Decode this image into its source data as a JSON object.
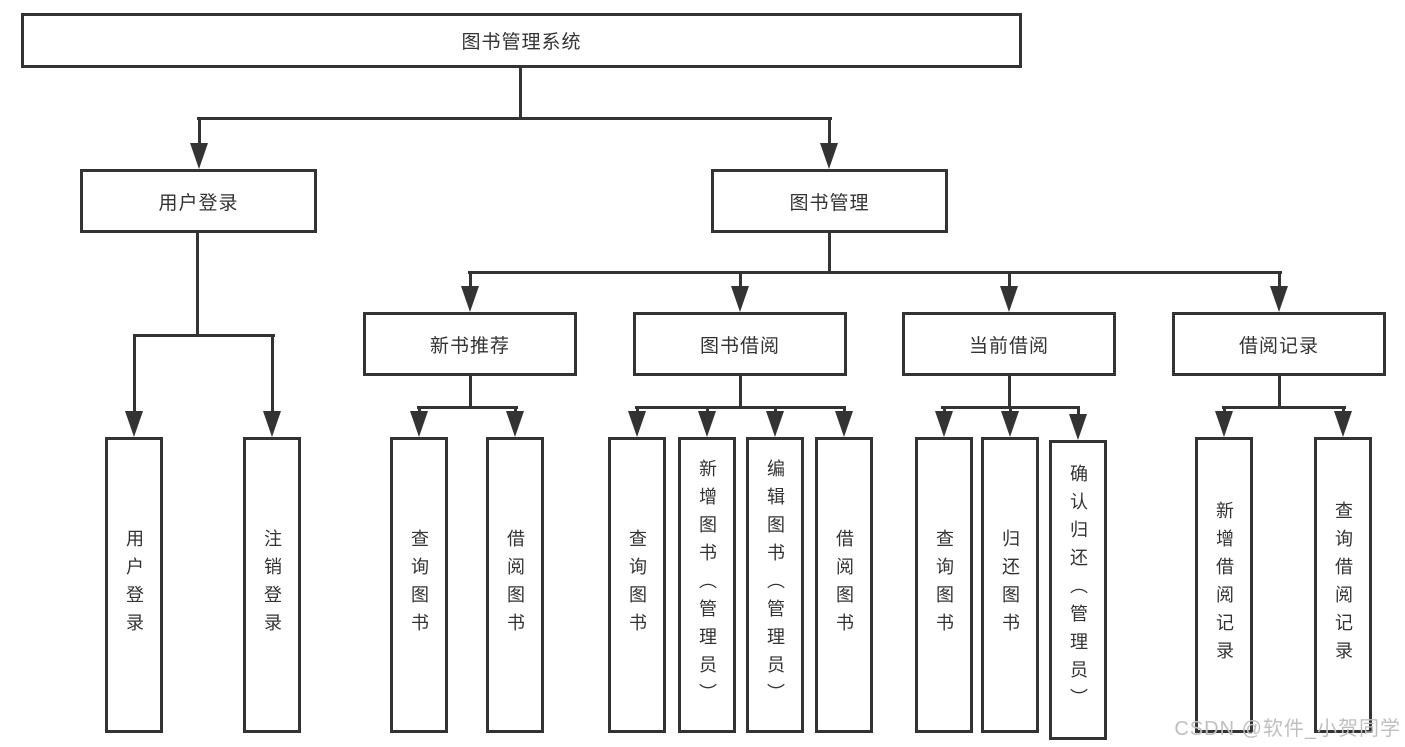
{
  "diagram_type": "hierarchy-tree",
  "tree": {
    "label": "图书管理系统",
    "children": [
      {
        "label": "用户登录",
        "children": [
          {
            "label": "用户登录"
          },
          {
            "label": "注销登录"
          }
        ]
      },
      {
        "label": "图书管理",
        "children": [
          {
            "label": "新书推荐",
            "children": [
              {
                "label": "查询图书"
              },
              {
                "label": "借阅图书"
              }
            ]
          },
          {
            "label": "图书借阅",
            "children": [
              {
                "label": "查询图书"
              },
              {
                "label": "新增图书（管理员）"
              },
              {
                "label": "编辑图书（管理员）"
              },
              {
                "label": "借阅图书"
              }
            ]
          },
          {
            "label": "当前借阅",
            "children": [
              {
                "label": "查询图书"
              },
              {
                "label": "归还图书"
              },
              {
                "label": "确认归还（管理员）"
              }
            ]
          },
          {
            "label": "借阅记录",
            "children": [
              {
                "label": "新增借阅记录"
              },
              {
                "label": "查询借阅记录"
              }
            ]
          }
        ]
      }
    ]
  },
  "watermark": "CSDN @软件_小贺同学",
  "colors": {
    "line": "#333333",
    "text": "#333333",
    "box-fill": "#ffffff",
    "watermark": "#bfbfbf"
  }
}
